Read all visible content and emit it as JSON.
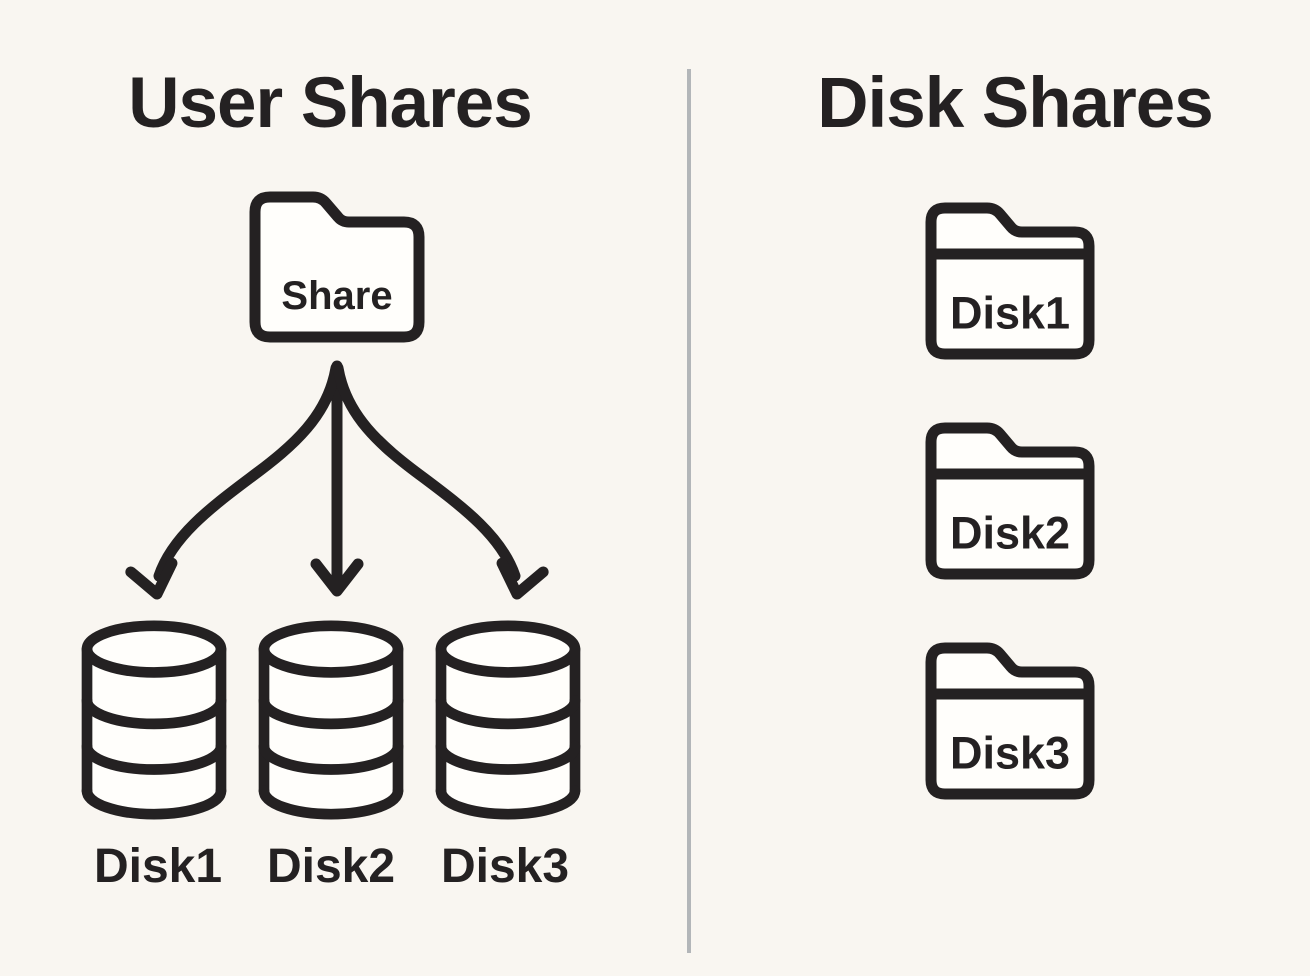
{
  "left_panel": {
    "title": "User Shares",
    "share_folder": {
      "label": "Share",
      "icon": "folder-icon"
    },
    "arrows_icon": "fan-out-arrows-icon",
    "disks": [
      {
        "label": "Disk1",
        "icon": "database-cylinder-icon"
      },
      {
        "label": "Disk2",
        "icon": "database-cylinder-icon"
      },
      {
        "label": "Disk3",
        "icon": "database-cylinder-icon"
      }
    ]
  },
  "right_panel": {
    "title": "Disk Shares",
    "folders": [
      {
        "label": "Disk1",
        "icon": "folder-icon"
      },
      {
        "label": "Disk2",
        "icon": "folder-icon"
      },
      {
        "label": "Disk3",
        "icon": "folder-icon"
      }
    ]
  },
  "colors": {
    "background": "#f9f6f1",
    "line_and_text": "#242122",
    "icon_fill": "#fffefb",
    "divider": "#b3b6b9"
  }
}
